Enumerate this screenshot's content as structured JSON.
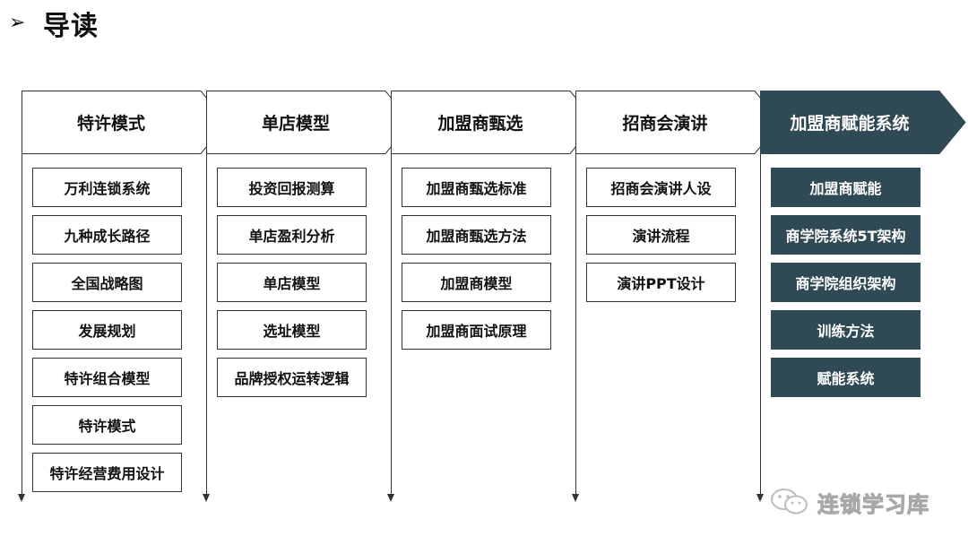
{
  "header": {
    "bullet": "➢",
    "title": "导读"
  },
  "colors": {
    "line": "#333333",
    "dark_fill": "#2f4a55",
    "light_fill": "#ffffff"
  },
  "columns": [
    {
      "title": "特许模式",
      "dark": false,
      "items": [
        "万利连锁系统",
        "九种成长路径",
        "全国战略图",
        "发展规划",
        "特许组合模型",
        "特许模式",
        "特许经营费用设计"
      ]
    },
    {
      "title": "单店模型",
      "dark": false,
      "items": [
        "投资回报测算",
        "单店盈利分析",
        "单店模型",
        "选址模型",
        "品牌授权运转逻辑"
      ]
    },
    {
      "title": "加盟商甄选",
      "dark": false,
      "items": [
        "加盟商甄选标准",
        "加盟商甄选方法",
        "加盟商模型",
        "加盟商面试原理"
      ]
    },
    {
      "title": "招商会演讲",
      "dark": false,
      "items": [
        "招商会演讲人设",
        "演讲流程",
        "演讲PPT设计"
      ]
    },
    {
      "title": "加盟商赋能系统",
      "dark": true,
      "items": [
        "加盟商赋能",
        "商学院系统5T架构",
        "商学院组织架构",
        "训练方法",
        "赋能系统"
      ]
    }
  ],
  "watermark": {
    "icon": "wechat-icon",
    "text": "连锁学习库"
  }
}
